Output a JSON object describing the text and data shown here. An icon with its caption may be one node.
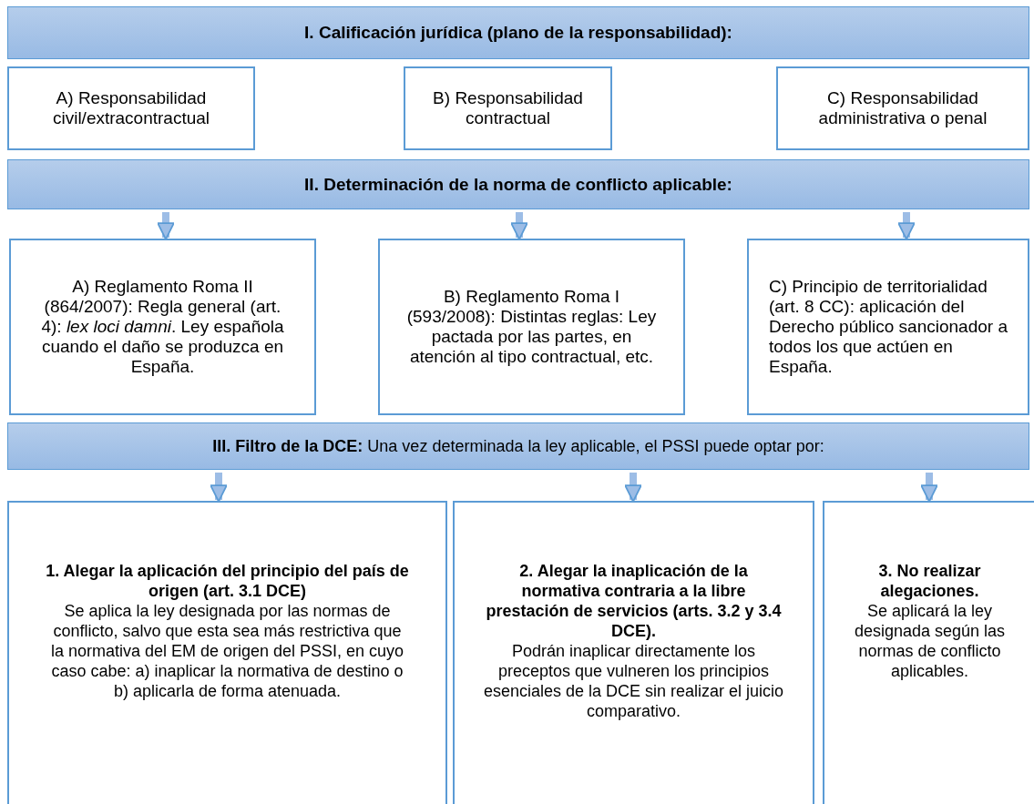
{
  "diagram": {
    "nodes": [
      {
        "text": [
          "I. Calificación jurídica (plano de la responsabilidad):"
        ]
      },
      {
        "text": [
          "A) Responsabilidad civil/extracontractual"
        ]
      },
      {
        "text": [
          "B) Responsabilidad contractual"
        ]
      },
      {
        "text": [
          "C) Responsabilidad administrativa o penal"
        ]
      },
      {
        "text": [
          "II. Determinación de la norma de conflicto aplicable:"
        ]
      },
      {
        "text": [
          "A) Reglamento Roma II (864/2007): Regla general (art. 4): *lex loci damni*. Ley española cuando el daño se produzca en España."
        ]
      },
      {
        "text": [
          "B) Reglamento Roma I (593/2008): Distintas reglas: Ley pactada por las partes, en atención al tipo contractual, etc."
        ]
      },
      {
        "text": [
          "C) Principio de territorialidad (art. 8 CC): aplicación del Derecho público sancionador a todos los que actúen en España."
        ]
      },
      {
        "text": [
          "**III. Filtro de la DCE:** Una vez determinada la ley aplicable, el PSSI puede optar por:"
        ]
      },
      {
        "text": [
          "1. Alegar la aplicación del principio del país de origen (art. 3.1 DCE)",
          "Se aplica la ley designada por las normas de conflicto, salvo que esta sea más restrictiva que la normativa del EM de origen del PSSI, en cuyo caso cabe: a) inaplicar la normativa de destino o b) aplicarla de forma atenuada."
        ]
      },
      {
        "text": [
          "2. Alegar la inaplicación de la normativa contraria a la libre prestación de servicios (arts. 3.2 y 3.4 DCE).",
          "Podrán inaplicar directamente los preceptos que vulneren los principios esenciales de la DCE sin realizar el juicio comparativo."
        ]
      },
      {
        "text": [
          "3. No realizar alegaciones.",
          "Se aplicará la ley designada según las normas de conflicto aplicables."
        ]
      }
    ],
    "edges": [
      {
        "from": 4,
        "to": 5,
        "arrow": "to"
      },
      {
        "from": 4,
        "to": 6,
        "arrow": "to"
      },
      {
        "from": 4,
        "to": 7,
        "arrow": "to"
      },
      {
        "from": 8,
        "to": 9,
        "arrow": "to"
      },
      {
        "from": 8,
        "to": 10,
        "arrow": "to"
      },
      {
        "from": 8,
        "to": 11,
        "arrow": "to"
      }
    ]
  }
}
